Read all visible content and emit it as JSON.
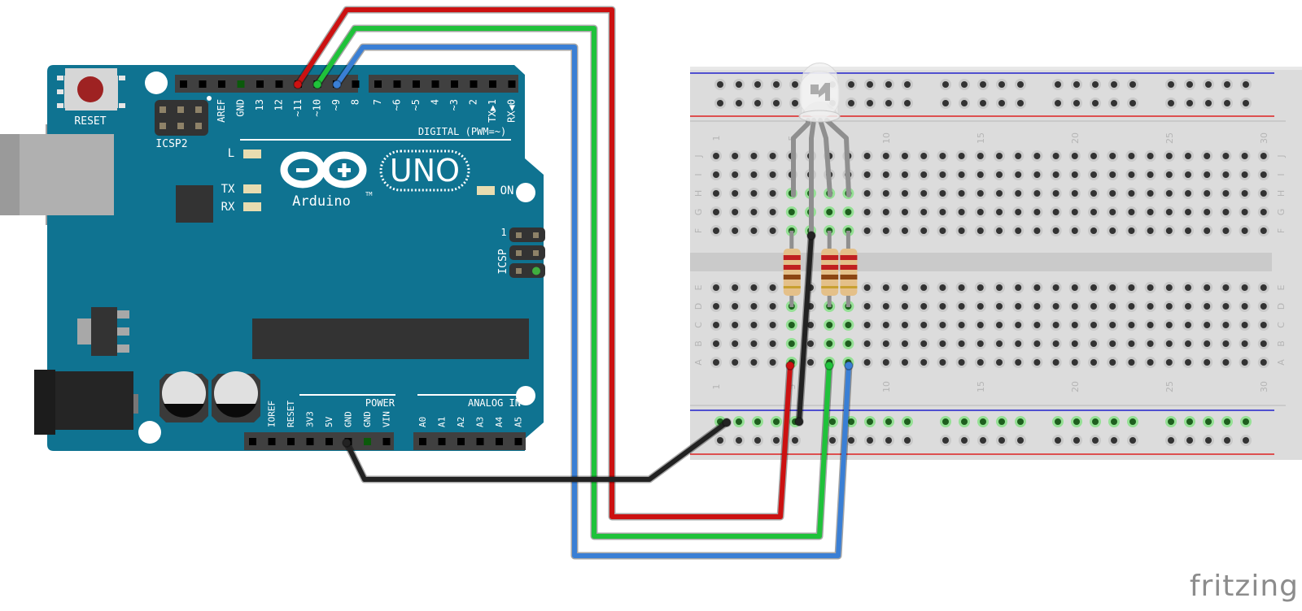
{
  "diagram": {
    "type": "breadboard-wiring",
    "watermark": "fritzing",
    "board": {
      "name": "Arduino",
      "model": "UNO",
      "trademark": "TM",
      "reset_label": "RESET",
      "icsp2_label": "ICSP2",
      "icsp_label": "ICSP",
      "icsp_pin1": "1",
      "led_labels": {
        "l": "L",
        "tx": "TX",
        "rx": "RX",
        "on": "ON"
      },
      "digital_header_label": "DIGITAL (PWM=~)",
      "power_header_label": "POWER",
      "analog_header_label": "ANALOG IN",
      "digital_pins_left": [
        "",
        "",
        "AREF",
        "GND",
        "13",
        "12",
        "~11",
        "~10",
        "~9",
        "8"
      ],
      "digital_pins_right": [
        "7",
        "~6",
        "~5",
        "4",
        "~3",
        "2",
        "TX▶1",
        "RX◀0"
      ],
      "power_pins": [
        "",
        "IOREF",
        "RESET",
        "3V3",
        "5V",
        "GND",
        "GND",
        "VIN"
      ],
      "analog_pins": [
        "A0",
        "A1",
        "A2",
        "A3",
        "A4",
        "A5"
      ],
      "colors": {
        "pcb": "#0f7391",
        "header": "#404040",
        "silkscreen": "#ffffff"
      }
    },
    "breadboard": {
      "columns": 30,
      "rows_top": [
        "J",
        "I",
        "H",
        "G",
        "F"
      ],
      "rows_bottom": [
        "E",
        "D",
        "C",
        "B",
        "A"
      ],
      "column_labels": [
        "1",
        "5",
        "10",
        "15",
        "20",
        "25",
        "30"
      ],
      "colors": {
        "body": "#dcdcdc",
        "hole": "#333333",
        "active": "#7ed87e",
        "rail_negative": "#2222cc",
        "rail_positive": "#dd2222"
      }
    },
    "components": [
      {
        "id": "rgb-led",
        "type": "RGB LED (common cathode)",
        "columns": [
          5,
          6,
          7,
          8
        ]
      },
      {
        "id": "resistor-red",
        "type": "resistor",
        "column": 5,
        "bands": [
          "#c02020",
          "#c02020",
          "#8b4513",
          "#c8a030"
        ]
      },
      {
        "id": "resistor-green",
        "type": "resistor",
        "column": 7,
        "bands": [
          "#c02020",
          "#c02020",
          "#8b4513",
          "#c8a030"
        ]
      },
      {
        "id": "resistor-blue",
        "type": "resistor",
        "column": 8,
        "bands": [
          "#c02020",
          "#c02020",
          "#8b4513",
          "#c8a030"
        ]
      }
    ],
    "wires": [
      {
        "id": "wire-red",
        "color": "#cc1111",
        "from": "D11",
        "to": "A5"
      },
      {
        "id": "wire-green",
        "color": "#1fc23a",
        "from": "D10",
        "to": "A7"
      },
      {
        "id": "wire-blue",
        "color": "#3a7fd5",
        "from": "D9",
        "to": "A8"
      },
      {
        "id": "wire-gnd-board",
        "color": "#222222",
        "from": "GND",
        "to": "GND rail col 1"
      },
      {
        "id": "wire-gnd-led",
        "color": "#222222",
        "from": "F6",
        "to": "GND rail col 5"
      }
    ]
  }
}
